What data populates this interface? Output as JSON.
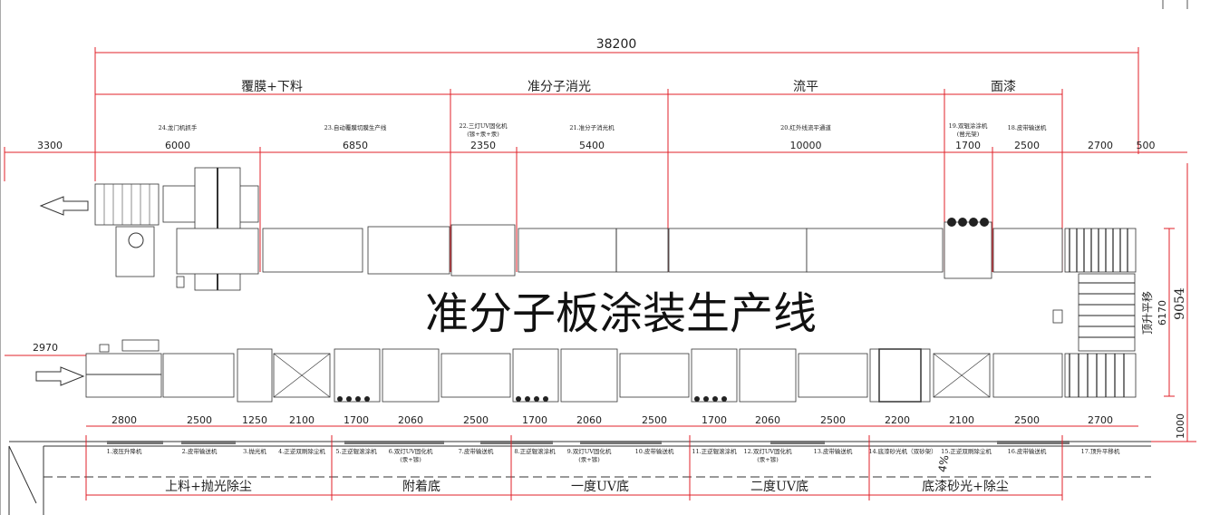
{
  "title": "准分子板涂装生产线",
  "total_length": "38200",
  "left_offset_top": "3300",
  "left_offset_bottom": "2970",
  "right_extra": "500",
  "right_height": "9054",
  "right_sub_height": "6170",
  "right_sub_label": "顶升平移",
  "bottom_height": "1000",
  "slope_mark": "4%",
  "top_sections": [
    {
      "label": "覆膜+下料"
    },
    {
      "label": "准分子消光"
    },
    {
      "label": "流平"
    },
    {
      "label": "面漆"
    }
  ],
  "top_machines": [
    {
      "name": "24.龙门机抓手",
      "len": "6000"
    },
    {
      "name": "23.自动覆膜切膜生产线",
      "len": "6850"
    },
    {
      "name": "22.三灯UV固化机",
      "sub": "(镓+汞+汞)",
      "len": "2350"
    },
    {
      "name": "21.准分子消光机",
      "len": "5400"
    },
    {
      "name": "20.红外线流平通道",
      "len": "10000"
    },
    {
      "name": "19.双辊涂涂机",
      "sub": "(凿光架)",
      "len": "1700"
    },
    {
      "name": "18.皮带输送机",
      "len": "2500"
    },
    {
      "name": "",
      "len": "2700"
    }
  ],
  "bottom_machines": [
    {
      "name": "1.液压升降机",
      "len": "2800"
    },
    {
      "name": "2.皮带输送机",
      "len": "2500"
    },
    {
      "name": "3.抛光机",
      "len": "1250"
    },
    {
      "name": "4.正逆双刷除尘机",
      "len": "2100"
    },
    {
      "name": "5.正逆辊滚涂机",
      "len": "1700"
    },
    {
      "name": "6.双灯UV固化机",
      "sub": "(汞+镓)",
      "len": "2060"
    },
    {
      "name": "7.皮带输送机",
      "len": "2500"
    },
    {
      "name": "8.正逆辊滚涂机",
      "len": "1700"
    },
    {
      "name": "9.双灯UV固化机",
      "sub": "(汞+镓)",
      "len": "2060"
    },
    {
      "name": "10.皮带输送机",
      "len": "2500"
    },
    {
      "name": "11.正逆辊滚涂机",
      "len": "1700"
    },
    {
      "name": "12.双灯UV固化机",
      "sub": "(汞+镓)",
      "len": "2060"
    },
    {
      "name": "13.皮带输送机",
      "len": "2500"
    },
    {
      "name": "14.底漆砂光机（双砂架）",
      "len": "2200"
    },
    {
      "name": "15.正逆双刷除尘机",
      "len": "2100"
    },
    {
      "name": "16.皮带输送机",
      "len": "2500"
    },
    {
      "name": "17.顶升平移机",
      "len": "2700"
    }
  ],
  "bottom_sections": [
    {
      "label": "上料+抛光除尘"
    },
    {
      "label": "附着底"
    },
    {
      "label": "一度UV底"
    },
    {
      "label": "二度UV底"
    },
    {
      "label": "底漆砂光+除尘"
    }
  ],
  "colors": {
    "dimension": "#e0202a",
    "line": "#333333"
  },
  "icons": {
    "outfeed_arrow": "arrow-left-icon",
    "infeed_arrow": "arrow-right-icon"
  }
}
